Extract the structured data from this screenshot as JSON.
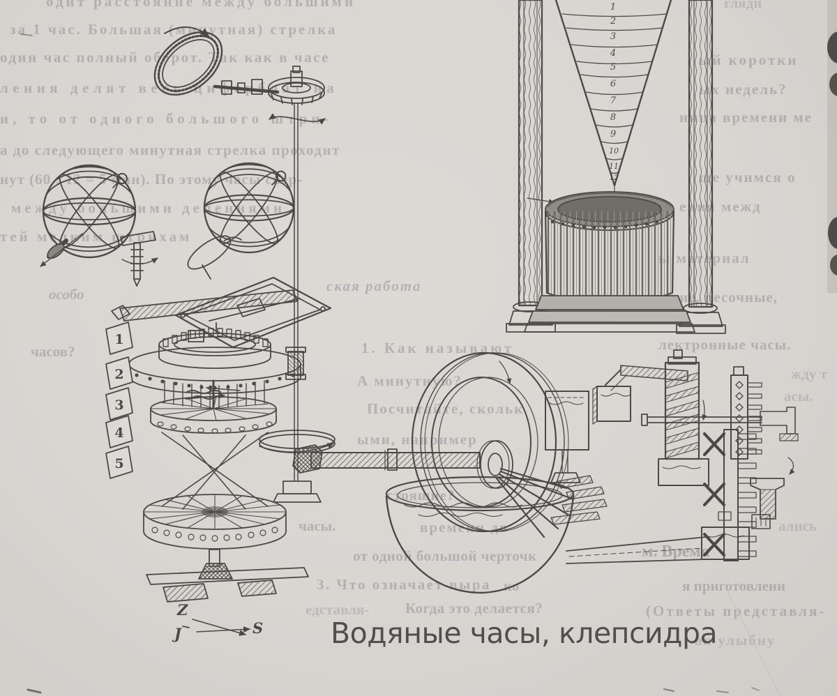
{
  "colors": {
    "paper": "#d8d6d1",
    "ink": "#4b4945",
    "ghost_text": "#7e7d85"
  },
  "figure": {
    "caption": "Водяные часы, клепсидра",
    "cone_scale": [
      "1",
      "2",
      "3",
      "4",
      "5",
      "6",
      "7",
      "8",
      "9",
      "10",
      "11",
      "12"
    ],
    "plates": [
      "1",
      "2",
      "3",
      "4",
      "5"
    ],
    "compass": {
      "z": "Z",
      "j": "J",
      "s": "S"
    }
  },
  "ghost_text": {
    "top_left": [
      "одит расстояние между большими",
      "за 1 час. Большая (минутная) стрелка",
      "один час полный оборот. Так как в часе",
      "ления делят весь циферблат на",
      "и, то от одного большого штри-",
      "а до следующего минутная стрелка проходит",
      "нут (60 : 12 = 5 мин). По этому часы свер-",
      "между большими делениями",
      "тей мелким штрихам"
    ],
    "middle": [
      "особо",
      "ская работа",
      "часов?",
      "1. Как называют",
      "А минутную?",
      "Посчитайте, скольк",
      "ыми, например",
      "стоящие?",
      "часы.",
      "времени дв",
      "от одной большой черточк",
      "3. Что означает выра",
      "ко",
      "едставля-",
      "Когда это делается?"
    ],
    "right_column": [
      "гляди",
      "ый коротки",
      "ых недель?",
      "ница времени ме",
      "ще учимся о",
      "ения межд",
      "ы материал",
      "дание, песочные,",
      "лектронные часы.",
      "жду т",
      "асы.",
      "ались",
      "м. Время",
      "я приготовлени",
      "(Ответы представля-",
      "ая улыбну"
    ]
  }
}
